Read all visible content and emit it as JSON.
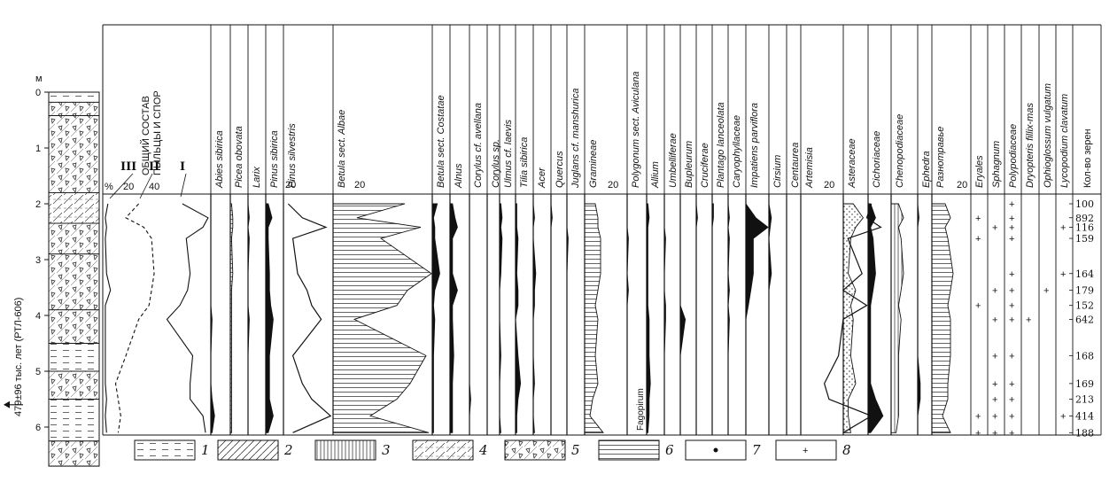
{
  "chart_data": {
    "type": "pollen-diagram",
    "depth_unit": "м",
    "depth_ticks": [
      "0",
      "1",
      "2",
      "3",
      "4",
      "5",
      "6"
    ],
    "age_label": "479±96 тыс. лет (РТЛ-606)",
    "age_depth": 5.6,
    "sample_depths": [
      2.0,
      2.25,
      2.42,
      2.62,
      3.25,
      3.55,
      3.82,
      4.07,
      4.72,
      5.22,
      5.5,
      5.8,
      6.1
    ],
    "counts": [
      "100",
      "892",
      "116",
      "159",
      "164",
      "179",
      "152",
      "642",
      "168",
      "169",
      "213",
      "414",
      "188"
    ],
    "general": {
      "title_line1": "ОБЩИЙ СОСТАВ",
      "title_line2": "ПЫЛЬЦЫ И СПОР",
      "pct_label": "%",
      "tick_labels": [
        "20",
        "40"
      ],
      "group_labels": [
        "III",
        "II",
        "I"
      ],
      "I": [
        62,
        82,
        78,
        65,
        68,
        66,
        60,
        50,
        70,
        68,
        68,
        78,
        80
      ],
      "II": [
        28,
        18,
        32,
        38,
        40,
        38,
        36,
        28,
        18,
        10,
        12,
        14,
        12
      ],
      "III": [
        4,
        2,
        3,
        2,
        3,
        6,
        2,
        2,
        2,
        2,
        3,
        2,
        3
      ]
    },
    "taxa": [
      {
        "name": "Abies sibirica",
        "values": [
          0,
          0,
          0,
          0,
          0,
          0,
          0,
          1,
          0,
          0,
          1,
          3,
          1
        ]
      },
      {
        "name": "Picea obovata",
        "values": [
          1,
          2,
          2,
          1,
          2,
          1,
          1,
          1,
          1,
          1,
          1,
          1,
          1
        ]
      },
      {
        "name": "Larix",
        "values": [
          0,
          1,
          0,
          1,
          0,
          0,
          0,
          1,
          0,
          0,
          0,
          0,
          0
        ]
      },
      {
        "name": "Pinus sibirica",
        "values": [
          2,
          5,
          2,
          2,
          3,
          3,
          4,
          6,
          3,
          3,
          3,
          6,
          2
        ]
      },
      {
        "name": "Pinus silvestris",
        "values": [
          2,
          8,
          18,
          4,
          6,
          10,
          12,
          16,
          4,
          8,
          12,
          20,
          4
        ]
      },
      {
        "name": "Betula sect. Albae",
        "values": [
          54,
          18,
          66,
          36,
          76,
          56,
          48,
          16,
          70,
          58,
          48,
          28,
          72
        ]
      },
      {
        "name": "Betula sect. Costatae",
        "values": [
          4,
          1,
          2,
          2,
          6,
          2,
          1,
          2,
          1,
          1,
          1,
          1,
          1
        ]
      },
      {
        "name": "Alnus",
        "values": [
          2,
          4,
          6,
          2,
          2,
          6,
          2,
          2,
          3,
          2,
          2,
          2,
          2
        ]
      },
      {
        "name": "Corylus cf. avellana",
        "values": [
          0,
          0,
          0,
          0,
          0,
          0,
          0,
          0,
          0,
          0,
          1,
          0,
          0
        ]
      },
      {
        "name": "Corylus sp.",
        "values": [
          0,
          0,
          0,
          0,
          0,
          0,
          0,
          0,
          0,
          0,
          0,
          0,
          0
        ]
      },
      {
        "name": "Ulmus cf. laevis",
        "values": [
          1,
          2,
          1,
          2,
          1,
          0,
          0,
          0,
          1,
          0,
          0,
          0,
          1
        ]
      },
      {
        "name": "Tilia sibirica",
        "values": [
          1,
          1,
          1,
          2,
          1,
          2,
          2,
          0,
          2,
          4,
          2,
          1,
          1
        ]
      },
      {
        "name": "Acer",
        "values": [
          0,
          1,
          0,
          0,
          2,
          1,
          1,
          0,
          0,
          1,
          0,
          0,
          1
        ]
      },
      {
        "name": "Quercus",
        "values": [
          0,
          1,
          0,
          0,
          0,
          0,
          0,
          0,
          0,
          0,
          0,
          0,
          0
        ]
      },
      {
        "name": "Juglans cf. manshurica",
        "values": [
          0,
          0,
          0,
          1,
          0,
          0,
          0,
          0,
          0,
          0,
          0,
          0,
          0
        ]
      },
      {
        "name": "Gramineae",
        "values": [
          8,
          10,
          10,
          12,
          12,
          10,
          8,
          10,
          8,
          10,
          6,
          4,
          14
        ]
      },
      {
        "name": "Polygonum sect. Aviculana",
        "values": [
          0,
          0,
          0,
          1,
          0,
          1,
          0,
          0,
          0,
          0,
          0,
          0,
          0
        ]
      },
      {
        "name": "Allium",
        "values": [
          1,
          2,
          1,
          1,
          1,
          1,
          1,
          2,
          2,
          3,
          2,
          2,
          1
        ]
      },
      {
        "name": "Umbelliferae",
        "values": [
          0,
          0,
          0,
          1,
          0,
          0,
          1,
          1,
          0,
          0,
          0,
          0,
          0
        ]
      },
      {
        "name": "Bupleurum",
        "values": [
          0,
          0,
          0,
          0,
          0,
          0,
          0,
          4,
          0,
          0,
          0,
          0,
          0
        ]
      },
      {
        "name": "Cruciferae",
        "values": [
          0,
          1,
          0,
          0,
          0,
          0,
          0,
          0,
          0,
          0,
          0,
          0,
          0
        ]
      },
      {
        "name": "Plantago lanceolata",
        "values": [
          1,
          1,
          0,
          0,
          0,
          0,
          0,
          0,
          0,
          0,
          0,
          0,
          0
        ]
      },
      {
        "name": "Caryophyllaceae",
        "values": [
          0,
          1,
          0,
          1,
          0,
          1,
          0,
          1,
          0,
          0,
          0,
          0,
          0
        ]
      },
      {
        "name": "Impatiens parviflora",
        "values": [
          0,
          8,
          20,
          6,
          6,
          4,
          2,
          0,
          0,
          0,
          0,
          0,
          0
        ]
      },
      {
        "name": "Cirsium",
        "values": [
          0,
          2,
          1,
          0,
          2,
          0,
          0,
          0,
          0,
          0,
          0,
          0,
          0
        ]
      },
      {
        "name": "Centaurea",
        "values": [
          0,
          0,
          0,
          0,
          0,
          0,
          0,
          0,
          0,
          0,
          0,
          0,
          0
        ]
      },
      {
        "name": "Artemisia",
        "values": [
          30,
          28,
          34,
          20,
          26,
          18,
          28,
          18,
          16,
          10,
          12,
          30,
          18
        ]
      },
      {
        "name": "Asteraceae",
        "values": [
          8,
          16,
          10,
          6,
          4,
          10,
          6,
          8,
          6,
          10,
          4,
          4,
          6
        ]
      },
      {
        "name": "Cichoriaceae",
        "values": [
          2,
          6,
          2,
          4,
          6,
          4,
          2,
          2,
          2,
          2,
          6,
          12,
          2
        ]
      },
      {
        "name": "Chenopodiaceae",
        "values": [
          6,
          10,
          6,
          8,
          10,
          8,
          6,
          8,
          6,
          6,
          6,
          6,
          4
        ]
      },
      {
        "name": "Ephedra",
        "values": [
          0,
          1,
          0,
          0,
          0,
          0,
          0,
          0,
          0,
          2,
          2,
          0,
          0
        ]
      },
      {
        "name": "Разнотравье",
        "values": [
          10,
          14,
          10,
          12,
          16,
          14,
          12,
          14,
          14,
          12,
          12,
          8,
          14
        ]
      }
    ],
    "spores": [
      {
        "name": "Eryales",
        "values": [
          0,
          1,
          0,
          1,
          0,
          0,
          1,
          0,
          0,
          0,
          0,
          1,
          1
        ]
      },
      {
        "name": "Sphagnum",
        "values": [
          0,
          0,
          1,
          0,
          0,
          1,
          0,
          1,
          1,
          1,
          1,
          1,
          1
        ]
      },
      {
        "name": "Polypodiaceae",
        "values": [
          1,
          1,
          1,
          1,
          1,
          1,
          1,
          1,
          1,
          1,
          1,
          1,
          1
        ]
      },
      {
        "name": "Dryopteris fillix-mas",
        "values": [
          0,
          0,
          0,
          0,
          0,
          0,
          0,
          1,
          0,
          0,
          0,
          0,
          0
        ]
      },
      {
        "name": "Ophioglossum vulgatum",
        "values": [
          0,
          0,
          0,
          0,
          0,
          1,
          0,
          0,
          0,
          0,
          0,
          0,
          0
        ]
      },
      {
        "name": "Lycopodium clavatum",
        "values": [
          0,
          0,
          1,
          0,
          1,
          0,
          0,
          0,
          0,
          0,
          0,
          1,
          0
        ]
      }
    ],
    "count_header": "Кол-во зерен",
    "annotation": "Fagopirum",
    "pct_tick": "20",
    "legend": [
      "1",
      "2",
      "3",
      "4",
      "5",
      "6",
      "7",
      "8"
    ]
  }
}
